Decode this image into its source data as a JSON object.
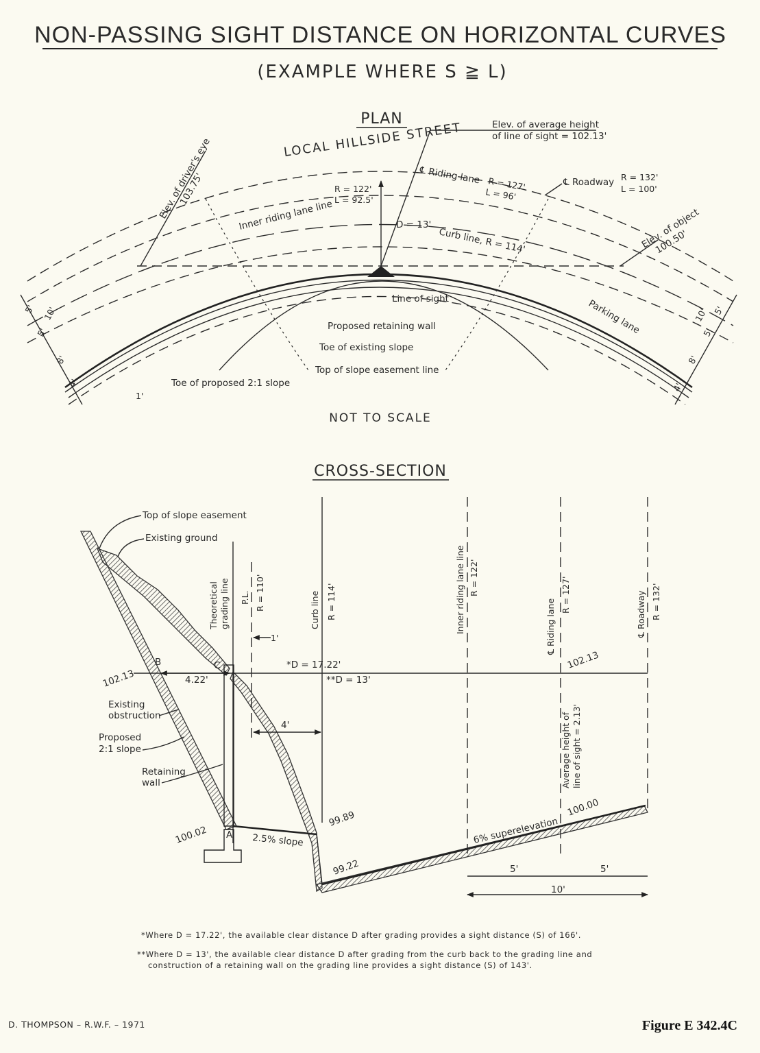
{
  "title": "NON-PASSING SIGHT DISTANCE ON HORIZONTAL CURVES",
  "subtitle": "(EXAMPLE WHERE S ≧ L)",
  "plan": {
    "heading": "PLAN",
    "street_name": "LOCAL HILLSIDE STREET",
    "elev_avg_line1": "Elev. of average height",
    "elev_avg_line2": "of line of sight = 102.13'",
    "elev_driver_line1": "Elev. of driver's eye",
    "elev_driver_line2": "103.75'",
    "elev_object_line1": "Elev. of object",
    "elev_object_line2": "100.50'",
    "riding_lane": "℄ Riding lane",
    "riding_R": "R = 127'",
    "riding_L": "L = 96'",
    "roadway": "℄ Roadway",
    "roadway_R": "R = 132'",
    "roadway_L": "L = 100'",
    "inner_lane": "Inner riding lane line",
    "inner_R": "R = 122'",
    "inner_L": "L = 92.5'",
    "d13": "D = 13'",
    "curb_line": "Curb line, R = 114'",
    "line_of_sight": "Line of sight",
    "retaining_wall": "Proposed retaining wall",
    "toe_existing": "Toe of existing slope",
    "top_easement": "Top of slope easement line",
    "toe_proposed": "Toe of proposed 2:1 slope",
    "parking_lane": "Parking lane",
    "one_ft": "1'",
    "dims_left": [
      "5'",
      "10'",
      "5'",
      "8'",
      "4'"
    ],
    "dims_right": [
      "10'",
      "5'",
      "5'",
      "8'",
      "4'"
    ],
    "not_to_scale": "NOT TO SCALE"
  },
  "section": {
    "heading": "CROSS-SECTION",
    "top_easement": "Top of slope easement",
    "existing_ground": "Existing ground",
    "theoretical_line1": "Theoretical",
    "theoretical_line2": "grading line",
    "pl": "P.L.",
    "pl_R": "R = 110'",
    "curb_line": "Curb line",
    "curb_R": "R = 114'",
    "inner_lane": "Inner riding lane line",
    "inner_R": "R = 122'",
    "riding_lane": "℄ Riding lane",
    "riding_R": "R = 127'",
    "roadway": "℄ Roadway",
    "roadway_R": "R = 132'",
    "one_ft": "1'",
    "point_a": "A",
    "point_b": "B",
    "point_c": "C",
    "d1722": "*D = 17.22'",
    "d13": "**D = 13'",
    "dist_422": "4.22'",
    "dist_4": "4'",
    "elev_10213_left": "102.13",
    "elev_10213_right": "102.13",
    "existing_obstruction_line1": "Existing",
    "existing_obstruction_line2": "obstruction",
    "proposed_slope_line1": "Proposed",
    "proposed_slope_line2": "2:1 slope",
    "retaining_line1": "Retaining",
    "retaining_line2": "wall",
    "elev_10002": "100.02",
    "slope_25": "2.5% slope",
    "elev_9989": "99.89",
    "elev_9922": "99.22",
    "superelevation": "6% superelevation",
    "elev_10000": "100.00",
    "avg_height_line1": "Average height of",
    "avg_height_line2": "line of sight = 2.13'",
    "dim_5a": "5'",
    "dim_5b": "5'",
    "dim_10": "10'"
  },
  "notes": {
    "note1": "*Where D = 17.22', the available clear distance D after grading provides a sight distance (S) of 166'.",
    "note2_line1": "**Where D = 13', the available clear distance D after grading from the curb back to the grading line and",
    "note2_line2": "construction of a retaining wall on the grading line provides a sight distance (S) of 143'."
  },
  "footer": {
    "author": "D. THOMPSON  –  R.W.F. –  1971",
    "figure": "Figure E 342.4C"
  }
}
